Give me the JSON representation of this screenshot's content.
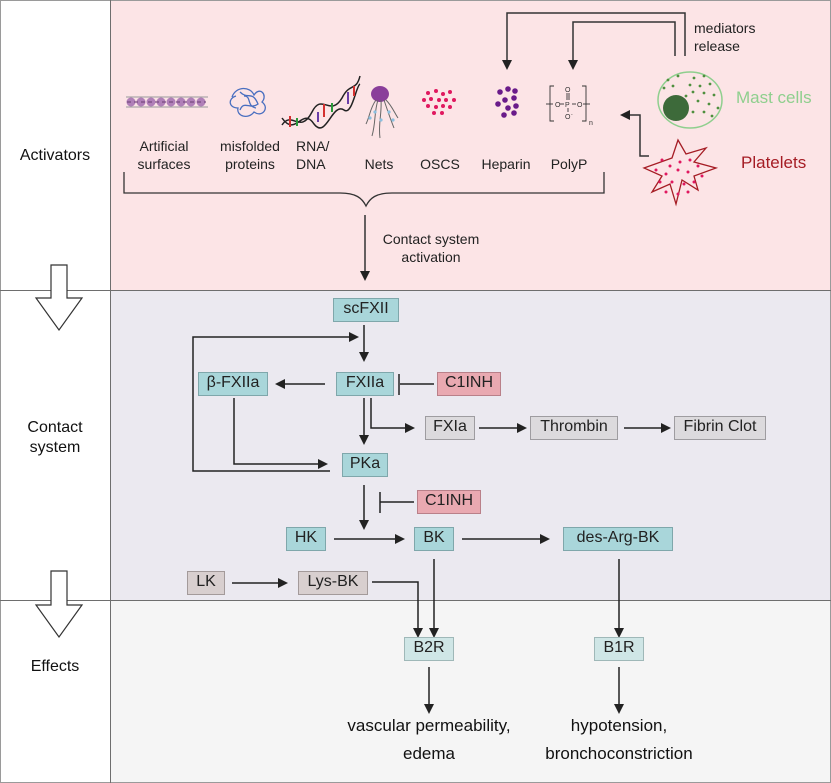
{
  "rows": {
    "activators": "Activators",
    "contact_line1": "Contact",
    "contact_line2": "system",
    "effects": "Effects"
  },
  "activators": {
    "items": [
      {
        "id": "artificial",
        "line1": "Artificial",
        "line2": "surfaces",
        "icon": "artificial-surface-icon"
      },
      {
        "id": "misfolded",
        "line1": "misfolded",
        "line2": "proteins",
        "icon": "misfolded-protein-icon"
      },
      {
        "id": "rnadna",
        "line1": "RNA/",
        "line2": "DNA",
        "icon": "dna-helix-icon"
      },
      {
        "id": "nets",
        "line1": "",
        "line2": "Nets",
        "icon": "nets-icon"
      },
      {
        "id": "oscs",
        "line1": "",
        "line2": "OSCS",
        "icon": "oscs-dots-icon"
      },
      {
        "id": "heparin",
        "line1": "",
        "line2": "Heparin",
        "icon": "heparin-dots-icon"
      },
      {
        "id": "polyp",
        "line1": "",
        "line2": "PolyP",
        "icon": "polyphosphate-structure-icon"
      }
    ],
    "mediators_line1": "mediators",
    "mediators_line2": "release",
    "mast_cells": "Mast cells",
    "platelets": "Platelets",
    "activation_line1": "Contact system",
    "activation_line2": "activation",
    "colors": {
      "mast": "#8fcf8e",
      "platelets": "#a51c24",
      "oscs": "#e0185f",
      "heparin": "#6a1b8a"
    }
  },
  "contact": {
    "scFXII": "scFXII",
    "FXIIa": "FXIIa",
    "bFXIIa": "β-FXIIa",
    "C1INH_1": "C1INH",
    "C1INH_2": "C1INH",
    "FXIa": "FXIa",
    "Thrombin": "Thrombin",
    "FibrinClot": "Fibrin Clot",
    "PKa": "PKa",
    "HK": "HK",
    "BK": "BK",
    "desArgBK": "des-Arg-BK",
    "LK": "LK",
    "LysBK": "Lys-BK"
  },
  "effects": {
    "B2R": "B2R",
    "B1R": "B1R",
    "b2r_line1": "vascular permeability,",
    "b2r_line2": "edema",
    "b1r_line1": "hypotension,",
    "b1r_line2": "bronchoconstriction"
  }
}
